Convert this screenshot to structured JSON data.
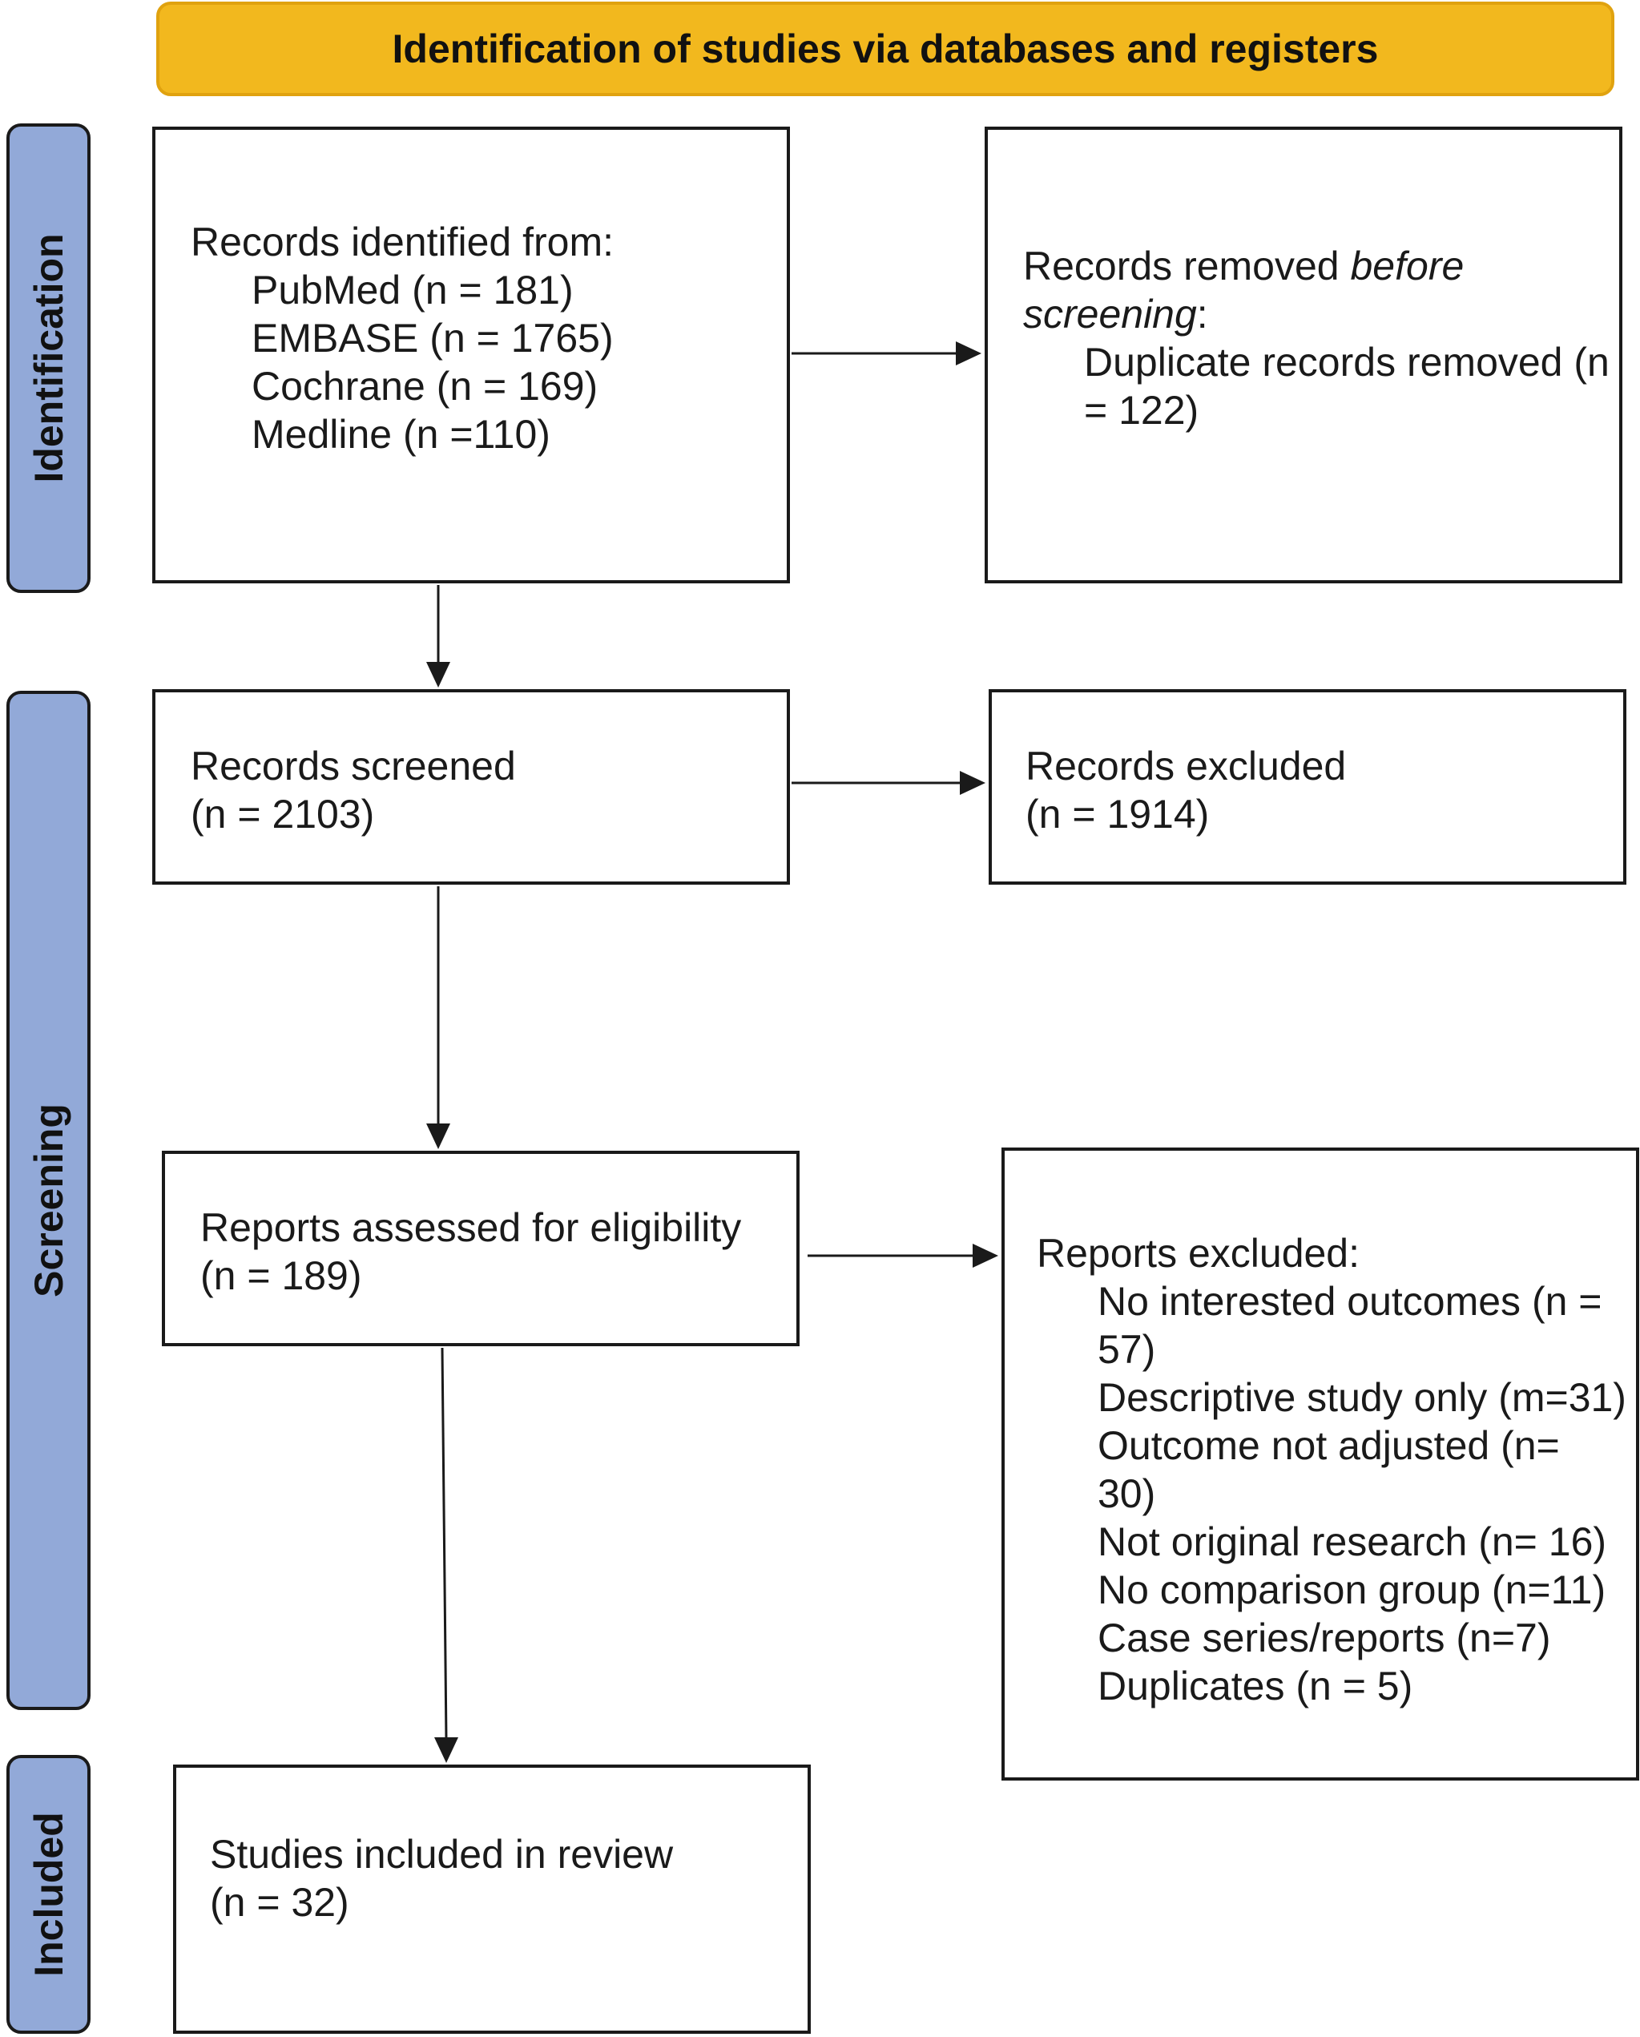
{
  "header": {
    "title": "Identification of studies via databases and registers"
  },
  "stages": {
    "identification": "Identification",
    "screening": "Screening",
    "included": "Included"
  },
  "records_identified": {
    "heading": "Records identified from:",
    "sources": [
      "PubMed (n = 181)",
      "EMBASE (n = 1765)",
      "Cochrane (n = 169)",
      "Medline (n =110)"
    ]
  },
  "records_removed": {
    "heading_prefix": "Records removed ",
    "heading_italic_1": "before",
    "heading_italic_2": "screening",
    "heading_suffix": ":",
    "item_line_1": "Duplicate records removed (n",
    "item_line_2": "= 122)"
  },
  "records_screened": {
    "label": "Records screened",
    "count": "(n = 2103)"
  },
  "records_excluded": {
    "label": "Records excluded",
    "count": "(n = 1914)"
  },
  "reports_assessed": {
    "label": "Reports assessed for eligibility",
    "count": "(n = 189)"
  },
  "reports_excluded": {
    "heading": "Reports excluded:",
    "lines": [
      "No interested outcomes (n =",
      "57)",
      "Descriptive study only (m=31)",
      "Outcome not adjusted (n=",
      "30)",
      "Not original research (n= 16)",
      "No comparison group (n=11)",
      "Case series/reports (n=7)",
      "Duplicates (n = 5)"
    ]
  },
  "studies_included": {
    "label": "Studies included in review",
    "count": "(n = 32)"
  }
}
